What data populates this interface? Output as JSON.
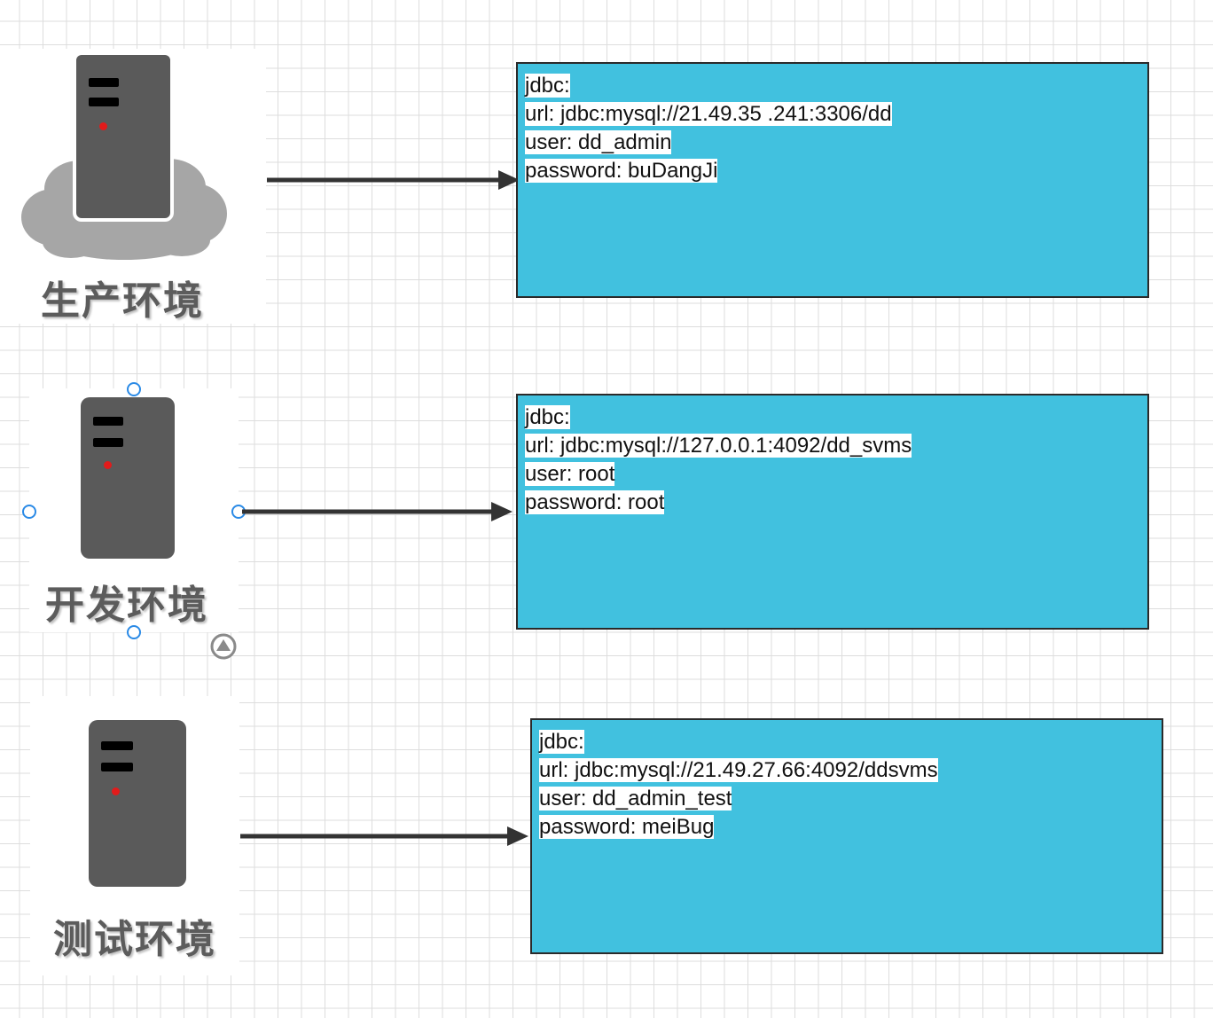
{
  "environments": [
    {
      "label": "生产环境",
      "config": [
        "jdbc:",
        "url: jdbc:mysql://21.49.35 .241:3306/dd",
        "user: dd_admin",
        "password: buDangJi"
      ]
    },
    {
      "label": "开发环境",
      "config": [
        "jdbc:",
        "url: jdbc:mysql://127.0.0.1:4092/dd_svms",
        "user: root",
        "password: root"
      ]
    },
    {
      "label": "测试环境",
      "config": [
        "jdbc:",
        "url: jdbc:mysql://21.49.27.66:4092/ddsvms",
        "user: dd_admin_test",
        "password: meiBug"
      ]
    }
  ],
  "colors": {
    "config_box": "#41c1df",
    "server_body": "#5a5a5a",
    "cloud": "#a6a6a6",
    "arrow": "#333333",
    "selection_handle": "#2a8ae6",
    "grid": "#dddddd"
  },
  "icons": [
    "server-icon",
    "cloud-icon",
    "arrow-right-icon",
    "rotate-handle-icon"
  ]
}
